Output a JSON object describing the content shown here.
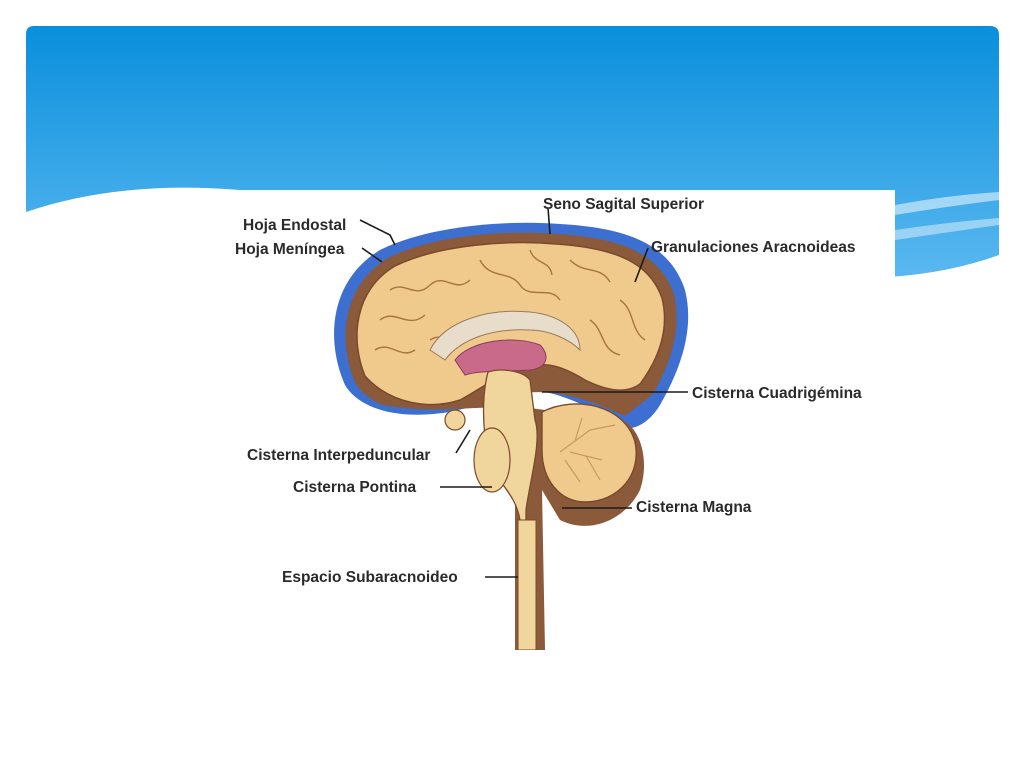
{
  "slide": {
    "header_colors": {
      "top": "#0a8fdc",
      "bottom": "#5ab8f0",
      "wave": "#cfe9fb"
    }
  },
  "figure": {
    "labels": {
      "hoja_endostal": "Hoja Endostal",
      "hoja_meningea": "Hoja Meníngea",
      "seno_sagital_superior": "Seno Sagital Superior",
      "granulaciones_aracnoideas": "Granulaciones Aracnoideas",
      "cisterna_cuadrigemina": "Cisterna Cuadrigémina",
      "cisterna_interpeduncular": "Cisterna Interpeduncular",
      "cisterna_pontina": "Cisterna Pontina",
      "cisterna_magna": "Cisterna Magna",
      "espacio_subaracnoideo": "Espacio Subaracnoideo"
    },
    "colors": {
      "meninges": "#3d6fd0",
      "brain_tissue": "#f0c98c",
      "brain_outline": "#7a4a2a",
      "csf_space": "#8a5a3a",
      "choroid": "#c96a8a"
    }
  }
}
